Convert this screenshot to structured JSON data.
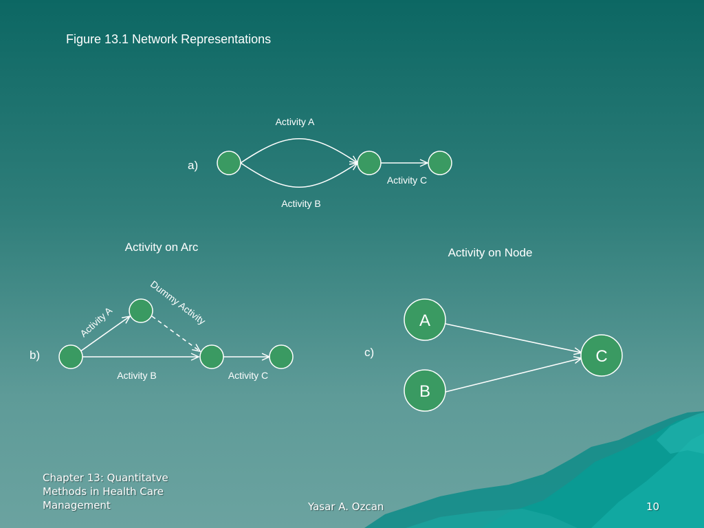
{
  "slide": {
    "title": "Figure 13.1 Network Representations",
    "footer_chapter": "Chapter 13: Quantitatve Methods in Health Care Management",
    "footer_chapter_line1": "Chapter 13: Quantitatve",
    "footer_chapter_line2": "Methods in Health Care",
    "footer_chapter_line3": "Management",
    "footer_author": "Yasar A. Ozcan",
    "page_number": "10"
  },
  "diagram_a": {
    "label": "a)",
    "activity_a": "Activity A",
    "activity_b": "Activity B",
    "activity_c": "Activity C"
  },
  "diagram_b": {
    "caption": "Activity on Arc",
    "label": "b)",
    "activity_a": "Activity A",
    "activity_b": "Activity B",
    "activity_c": "Activity C",
    "dummy": "Dummy Activity"
  },
  "diagram_c": {
    "caption": "Activity on Node",
    "label": "c)",
    "node_a": "A",
    "node_b": "B",
    "node_c": "C"
  },
  "colors": {
    "node_fill": "#3a9a62",
    "node_stroke": "#ffffff",
    "edge": "#ffffff"
  }
}
